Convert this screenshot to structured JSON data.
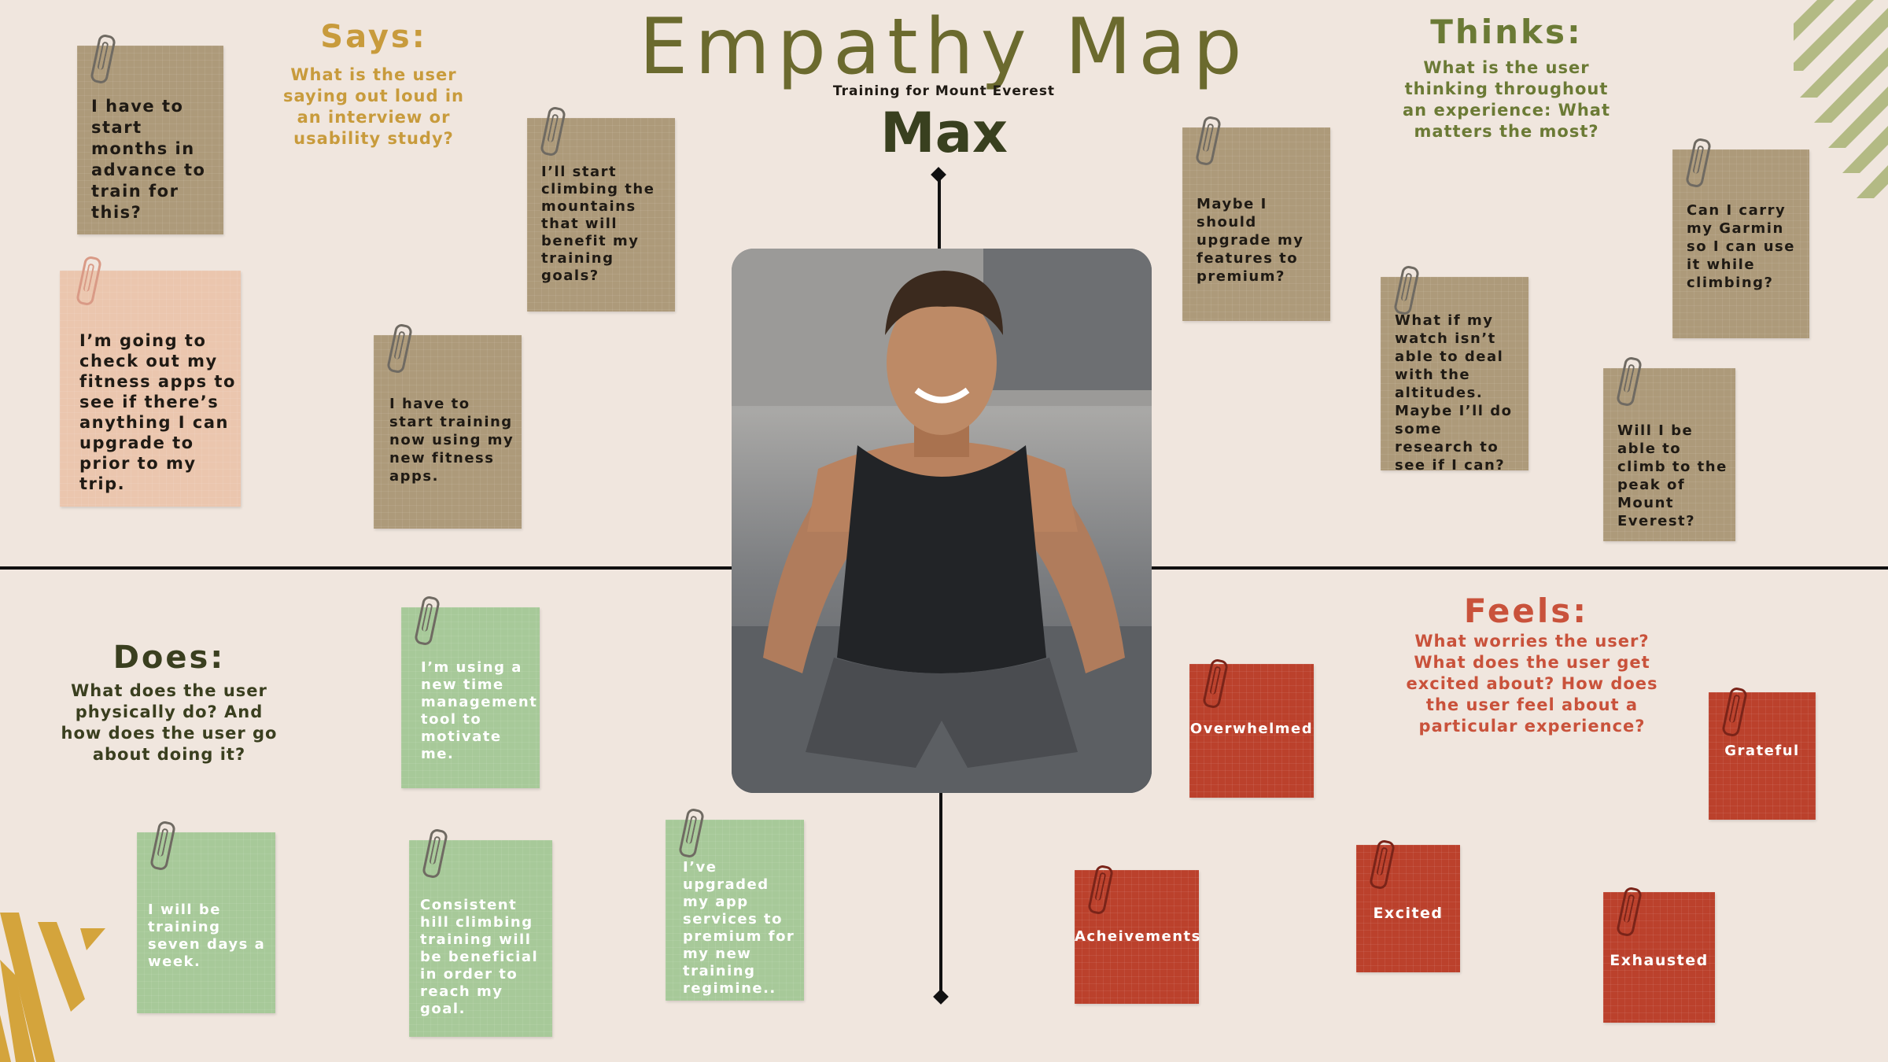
{
  "title": "Empathy Map",
  "subtitle": "Training for Mount Everest",
  "persona_name": "Max",
  "colors": {
    "background": "#f0e6de",
    "title_olive": "#6b6a2e",
    "says_gold": "#c89b3c",
    "thinks_olive": "#6b7a35",
    "does_dark": "#3a3f1f",
    "feels_red": "#c9523b",
    "note_tan": "#ad9a7a",
    "note_peach": "#ebc6ae",
    "note_green": "#a7c999",
    "note_red": "#bb412c"
  },
  "says": {
    "heading": "Says:",
    "prompt": "What is the user saying out loud in an interview or usability study?",
    "notes": [
      "I have to start months in advance to train for this?",
      "I’m going to check out my fitness apps to see if there’s anything I can upgrade to prior to my trip.",
      "I’ll start climbing the mountains that will benefit my training goals?",
      "I have to start training now using my new fitness apps."
    ]
  },
  "thinks": {
    "heading": "Thinks:",
    "prompt": "What is the user thinking throughout an experience: What matters the most?",
    "notes": [
      "Maybe I should upgrade my features to premium?",
      "What if my watch isn’t able to deal with the altitudes. Maybe I’ll do some research to see if I can?",
      "Can I carry my Garmin so I can use it while climbing?",
      "Will I be able to climb to the peak of Mount Everest?"
    ]
  },
  "does": {
    "heading": "Does:",
    "prompt": "What does the user physically do? And how does the user go about doing it?",
    "notes": [
      "I’m using a new time management tool to motivate me.",
      "I will be training seven days a week.",
      "Consistent hill climbing training will be beneficial in order to reach my goal.",
      "I’ve upgraded my app services to premium for my new training regimine.."
    ]
  },
  "feels": {
    "heading": "Feels:",
    "prompt": "What worries the user? What does the user get excited about? How does the user feel about a particular experience?",
    "notes": [
      "Overwhelmed",
      "Grateful",
      "Acheivements",
      "Excited",
      "Exhausted"
    ]
  },
  "photo": {
    "icon": "persona-photo"
  }
}
